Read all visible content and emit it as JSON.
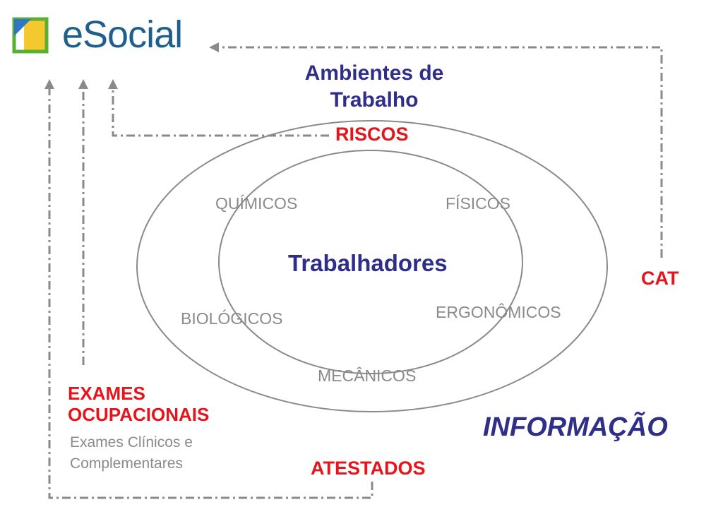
{
  "logo": {
    "text": "eSocial"
  },
  "ambientes": {
    "title": "Ambientes de Trabalho"
  },
  "trabalhadores": "Trabalhadores",
  "riscos": {
    "label": "RISCOS",
    "items": [
      "QUÍMICOS",
      "FÍSICOS",
      "BIOLÓGICOS",
      "ERGONÔMICOS",
      "MECÂNICOS"
    ]
  },
  "cat": "CAT",
  "exames": {
    "title": "EXAMES OCUPACIONAIS",
    "subtitle": "Exames Clínicos e Complementares"
  },
  "atestados": "ATESTADOS",
  "informacao": "INFORMAÇÃO",
  "colors": {
    "navy": "#2f2f8a",
    "red": "#e8141b",
    "gray": "#8a8a8a",
    "logo_blue": "#1f5f8e",
    "logo_green": "#5ab031",
    "logo_yellow": "#f2c318",
    "logo_blue_corner": "#2f77c2"
  }
}
